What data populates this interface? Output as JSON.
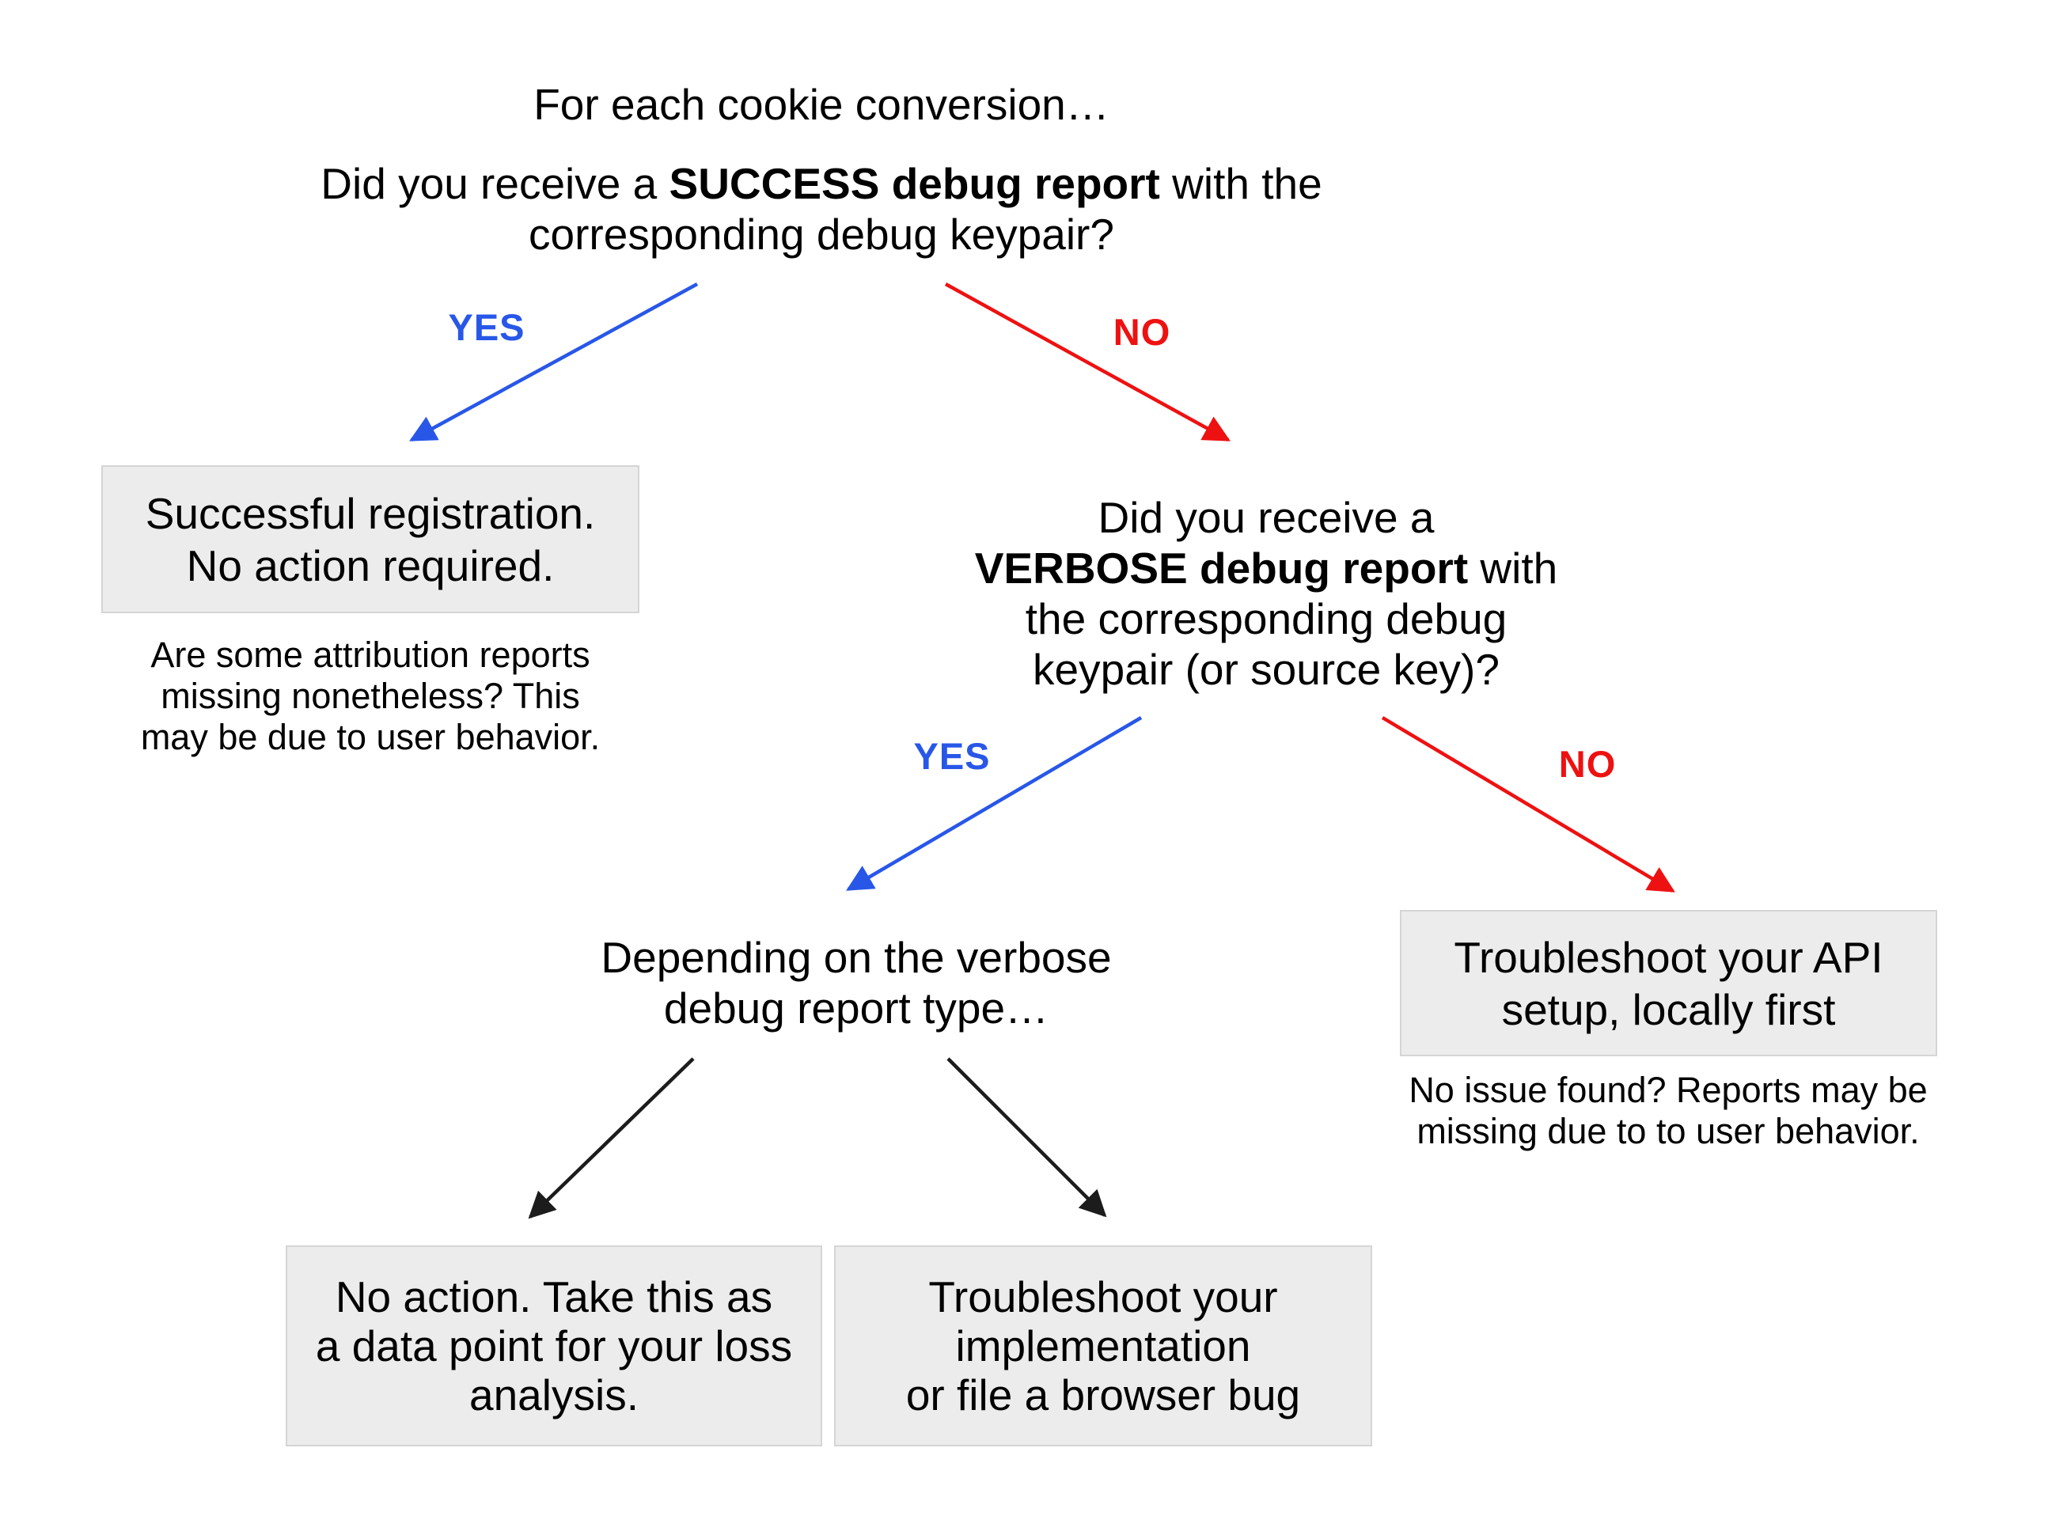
{
  "colors": {
    "yes_blue": "#2857e8",
    "no_red": "#ee1111",
    "arrow_black": "#1c1c1c",
    "box_bg": "#ececec",
    "box_border": "#d5d5d5",
    "text_black": "#000000"
  },
  "labels": {
    "yes": "YES",
    "no": "NO"
  },
  "root_question": {
    "intro": "For each cookie conversion…",
    "line1_prefix": "Did you receive a ",
    "line1_bold": "SUCCESS debug report",
    "line1_suffix": " with the",
    "line2": "corresponding debug keypair?"
  },
  "success_outcome": {
    "box_text": "Successful registration.\nNo action required.",
    "note": "Are some attribution reports\nmissing nonetheless? This\nmay be due to user behavior."
  },
  "verbose_question": {
    "line1": "Did you receive a",
    "line2_bold": "VERBOSE debug report",
    "line2_suffix": " with",
    "line3": "the corresponding debug",
    "line4": "keypair (or source key)?"
  },
  "depending_text": "Depending on the verbose\ndebug report type…",
  "api_outcome": {
    "box_text": "Troubleshoot your API\nsetup, locally first",
    "note": "No issue found? Reports may be\nmissing due to to user behavior."
  },
  "no_action_outcome": {
    "box_text": "No action. Take this as\na data point for your loss\nanalysis."
  },
  "implementation_outcome": {
    "box_text": "Troubleshoot your\nimplementation\nor file a browser bug"
  }
}
